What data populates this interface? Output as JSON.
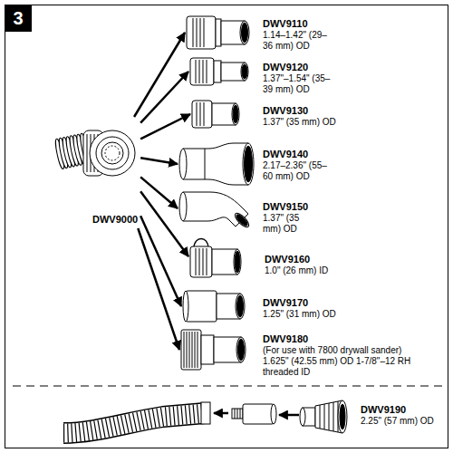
{
  "diagram": {
    "nodes": [
      {
        "text": [
          "3"
        ]
      },
      {
        "text": [
          "DWV9000"
        ]
      },
      {
        "text": [
          "DWV9110",
          "1.14–1.42\" (29–36 mm) OD"
        ]
      },
      {
        "text": [
          "DWV9120",
          "1.37\"–1.54\" (35–39 mm) OD"
        ]
      },
      {
        "text": [
          "DWV9130",
          "1.37\" (35 mm) OD"
        ]
      },
      {
        "text": [
          "DWV9140",
          "2.17–2.36\" (55–60 mm) OD"
        ]
      },
      {
        "text": [
          "DWV9150",
          "1.37\" (35 mm) OD"
        ]
      },
      {
        "text": [
          "DWV9160",
          "1.0\" (26 mm) ID"
        ]
      },
      {
        "text": [
          "DWV9170",
          "1.25\" (31 mm) OD"
        ]
      },
      {
        "text": [
          "DWV9180",
          "(For use with 7800 drywall sander) 1.625\" (42.55 mm) OD 1-7/8\"–12 RH threaded ID"
        ]
      },
      {
        "text": [
          "DWV9190",
          "2.25\" (57 mm) OD"
        ]
      }
    ],
    "edges": [
      {
        "from": 1,
        "to": 2,
        "arrow": "to"
      },
      {
        "from": 1,
        "to": 3,
        "arrow": "to"
      },
      {
        "from": 1,
        "to": 4,
        "arrow": "to"
      },
      {
        "from": 1,
        "to": 5,
        "arrow": "to"
      },
      {
        "from": 1,
        "to": 6,
        "arrow": "to"
      },
      {
        "from": 1,
        "to": 7,
        "arrow": "to"
      },
      {
        "from": 1,
        "to": 8,
        "arrow": "to"
      },
      {
        "from": 1,
        "to": 9,
        "arrow": "to"
      }
    ]
  }
}
